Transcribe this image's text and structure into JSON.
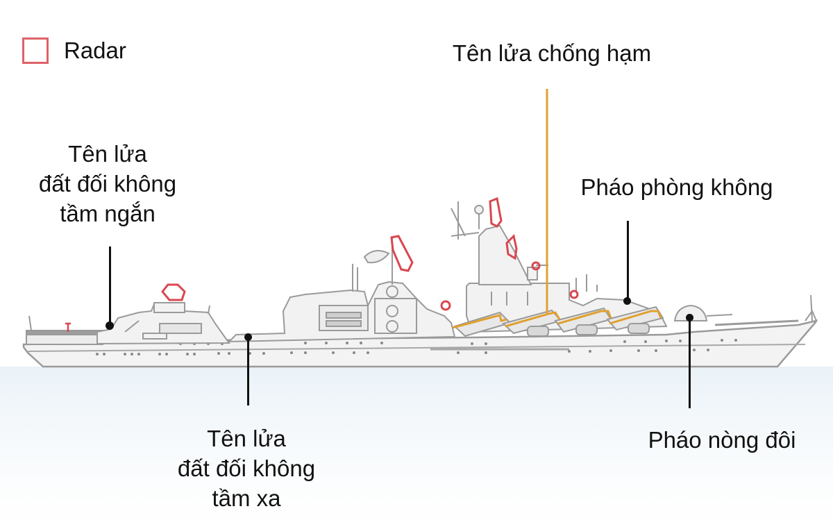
{
  "legend": {
    "label": "Radar",
    "color": "#d9474f",
    "icon": "radar-legend-square"
  },
  "colors": {
    "radar": "#d9474f",
    "anti_ship_missile": "#e0a030",
    "ship_outline": "#9a9a9a",
    "ship_fill": "#f1f1f1",
    "leader": "#111111",
    "water": "#eaf2f8"
  },
  "labels": {
    "anti_ship_missile": {
      "lines": [
        "Tên lửa chống hạm"
      ]
    },
    "short_range_sam": {
      "lines": [
        "Tên lửa",
        "đất đối không",
        "tầm ngắn"
      ]
    },
    "anti_aircraft_gun": {
      "lines": [
        "Pháo phòng không"
      ]
    },
    "long_range_sam": {
      "lines": [
        "Tên lửa",
        "đất đối không",
        "tầm xa"
      ]
    },
    "twin_barrel_gun": {
      "lines": [
        "Pháo nòng đôi"
      ]
    }
  }
}
